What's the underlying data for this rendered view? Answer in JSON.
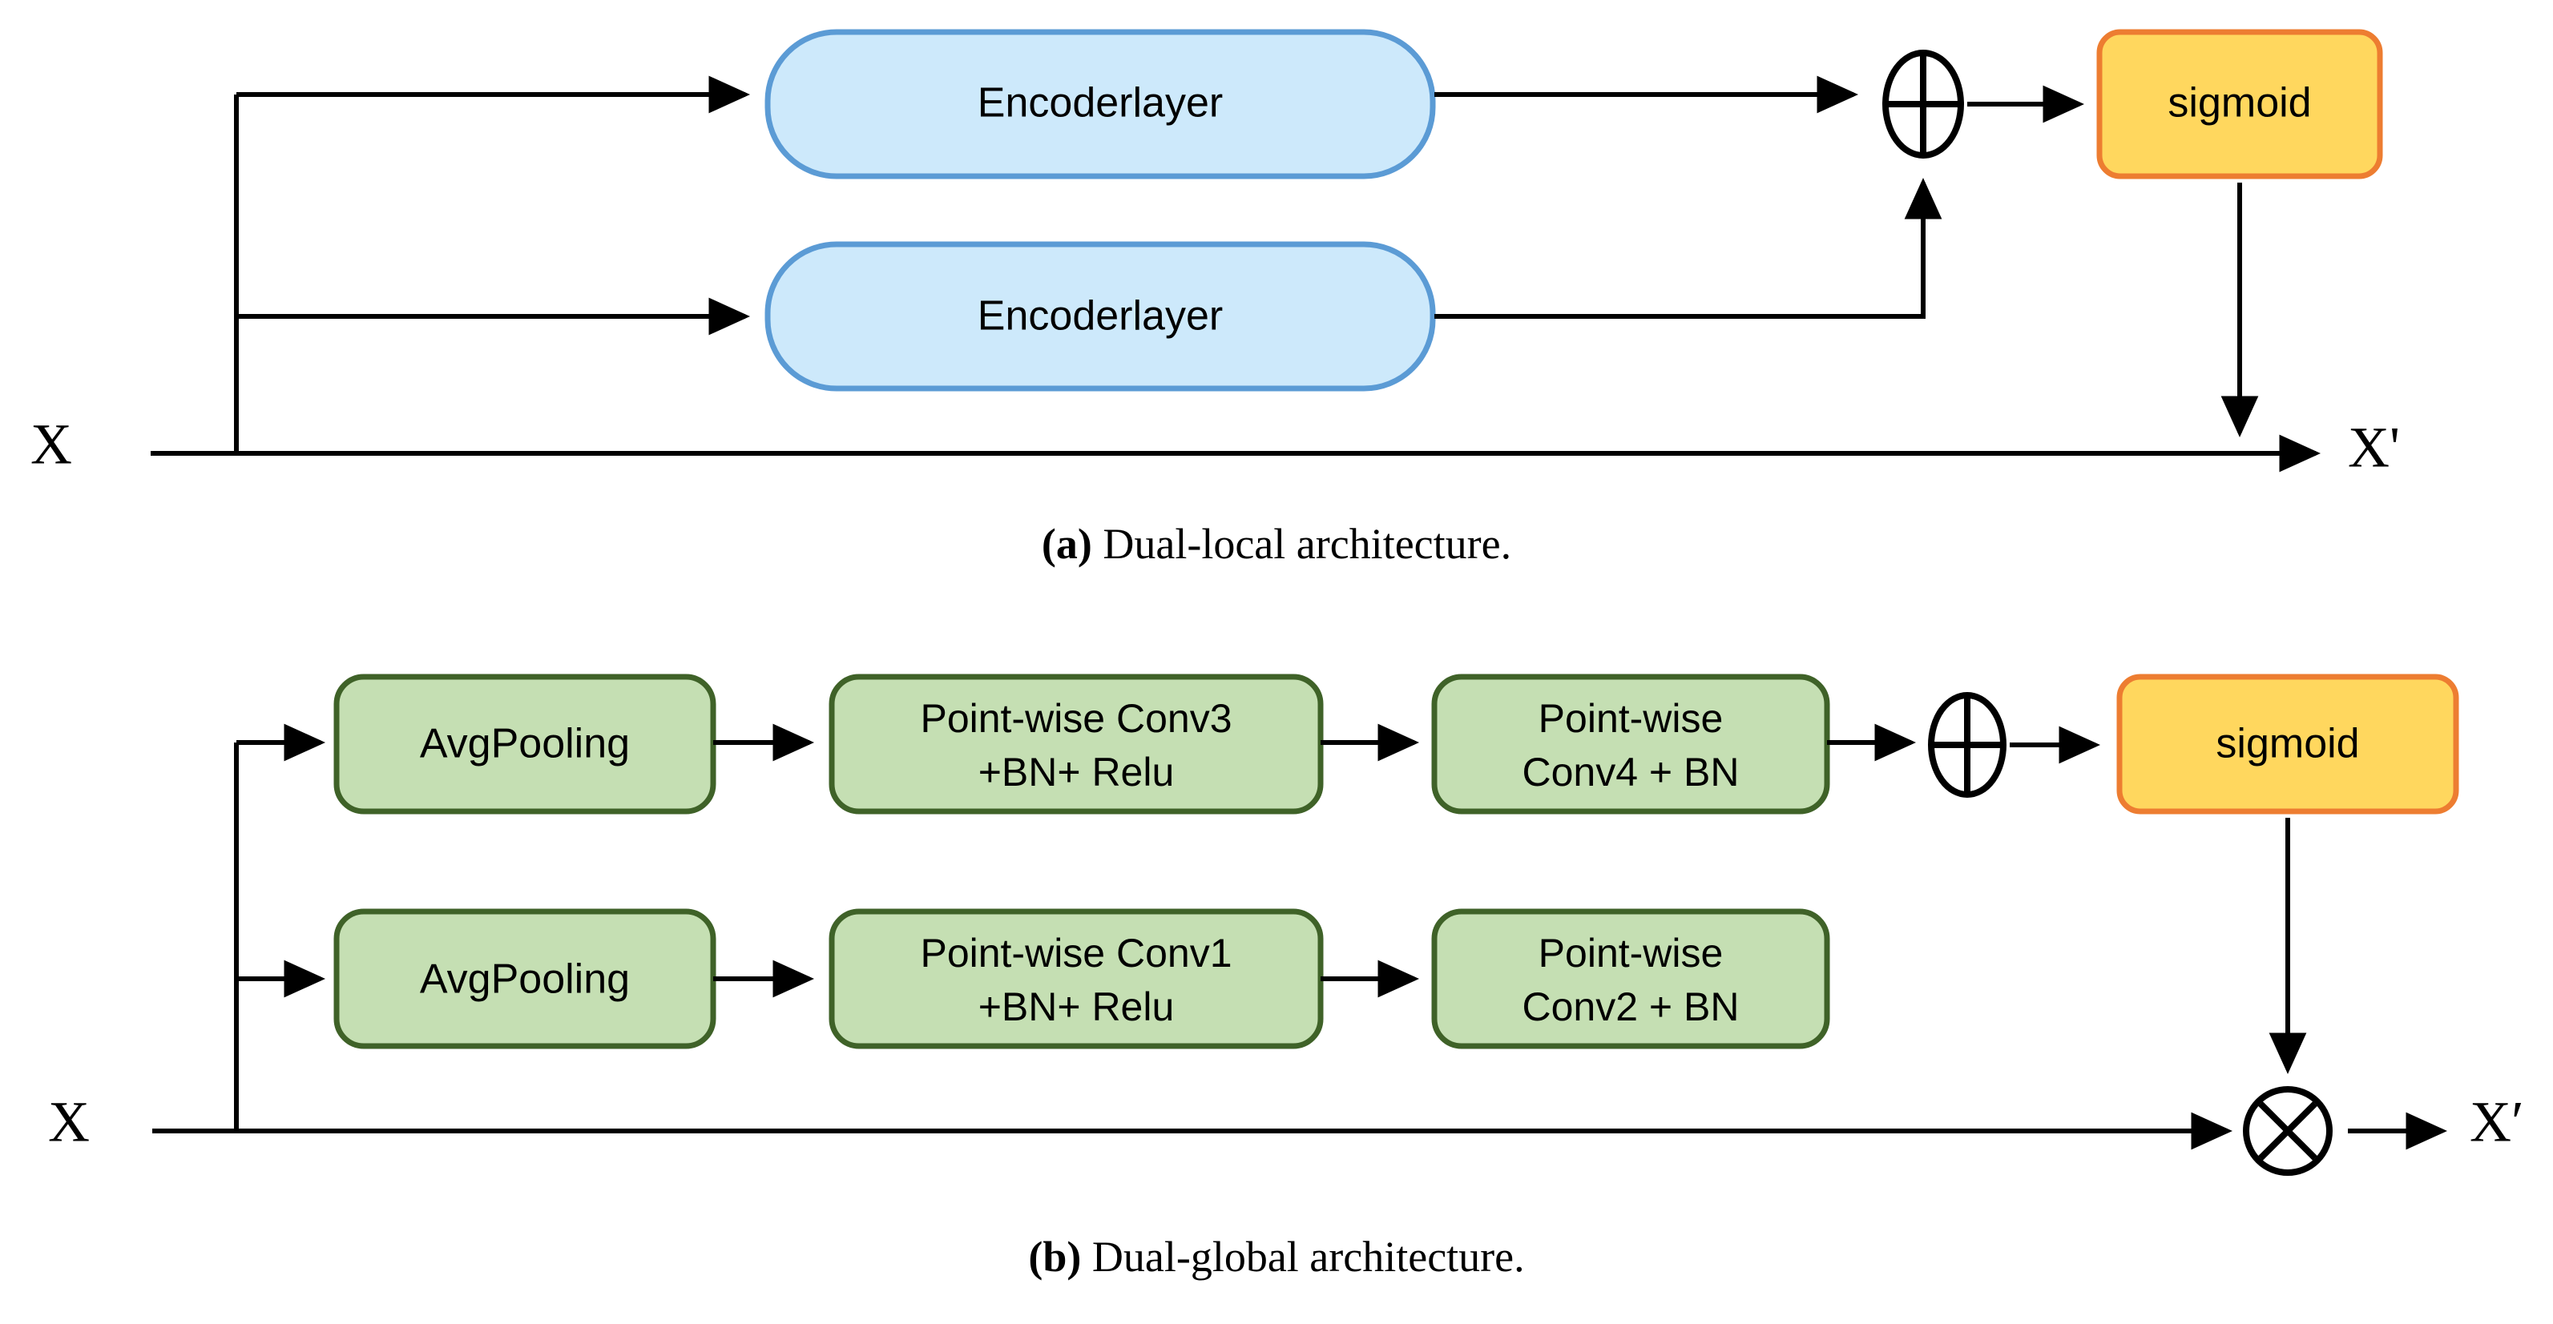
{
  "figure": {
    "background_color": "#ffffff",
    "panels": [
      {
        "id": "a",
        "caption_letter": "(a)",
        "caption_text": " Dual-local architecture.",
        "input_label": "X",
        "output_label": "X'",
        "nodes": [
          {
            "name": "encoder-layer-top",
            "label": "Encoderlayer",
            "fill": "#cde9fb",
            "stroke": "#5b9bd5"
          },
          {
            "name": "encoder-layer-bottom",
            "label": "Encoderlayer",
            "fill": "#cde9fb",
            "stroke": "#5b9bd5"
          },
          {
            "name": "sigmoid",
            "label": "sigmoid",
            "fill": "#ffd75e",
            "stroke": "#ed7d31"
          }
        ],
        "operators": [
          {
            "name": "add-operator",
            "symbol": "plus"
          }
        ]
      },
      {
        "id": "b",
        "caption_letter": "(b)",
        "caption_text": " Dual-global architecture.",
        "input_label": "X",
        "output_label": "X′",
        "nodes": [
          {
            "name": "avg-pooling-top",
            "label": "AvgPooling",
            "fill": "#c5dfb3",
            "stroke": "#3f6228"
          },
          {
            "name": "point-wise-conv3",
            "label_line1": "Point-wise Conv3",
            "label_line2": "+BN+ Relu",
            "fill": "#c5dfb3",
            "stroke": "#3f6228"
          },
          {
            "name": "point-wise-conv4",
            "label_line1": "Point-wise",
            "label_line2": "Conv4 + BN",
            "fill": "#c5dfb3",
            "stroke": "#3f6228"
          },
          {
            "name": "avg-pooling-bottom",
            "label": "AvgPooling",
            "fill": "#c5dfb3",
            "stroke": "#3f6228"
          },
          {
            "name": "point-wise-conv1",
            "label_line1": "Point-wise Conv1",
            "label_line2": "+BN+ Relu",
            "fill": "#c5dfb3",
            "stroke": "#3f6228"
          },
          {
            "name": "point-wise-conv2",
            "label_line1": "Point-wise",
            "label_line2": "Conv2 + BN",
            "fill": "#c5dfb3",
            "stroke": "#3f6228"
          },
          {
            "name": "sigmoid",
            "label": "sigmoid",
            "fill": "#ffd75e",
            "stroke": "#ed7d31"
          }
        ],
        "operators": [
          {
            "name": "add-operator",
            "symbol": "plus"
          },
          {
            "name": "multiply-operator",
            "symbol": "times"
          }
        ]
      }
    ]
  }
}
